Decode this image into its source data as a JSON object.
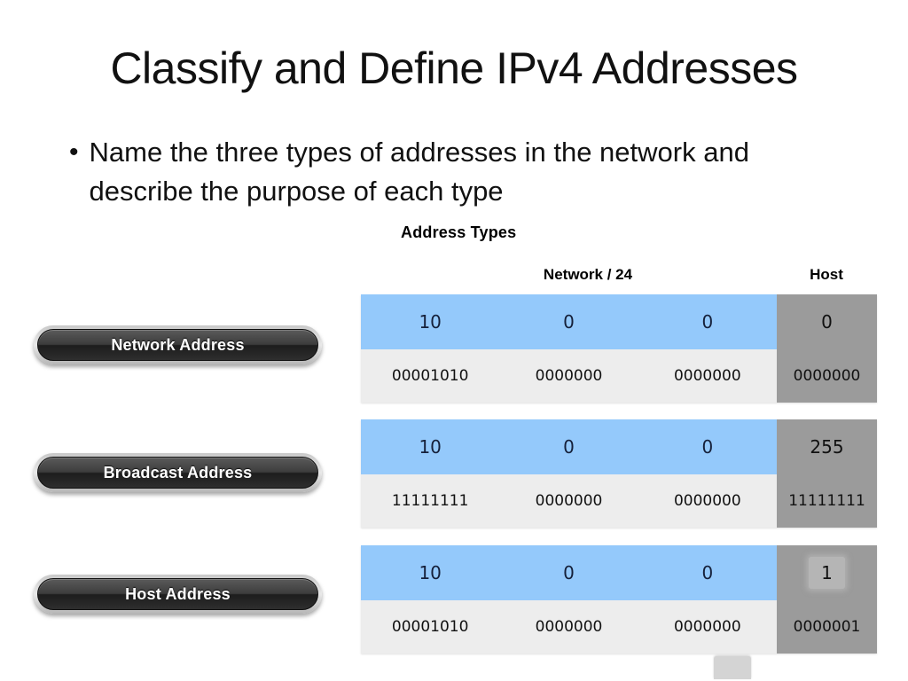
{
  "slide": {
    "title": "Classify and Define IPv4 Addresses",
    "bullets": [
      "Name the three types of addresses in the network and describe the purpose of each type"
    ],
    "bullet_marker": "•"
  },
  "diagram": {
    "title": "Address Types",
    "column_headers": {
      "network": "Network / 24",
      "host": "Host"
    },
    "colors": {
      "network_decimal_bg": "#94c9fb",
      "network_binary_bg": "#ededed",
      "host_bg": "#9b9b9b",
      "host_highlight_bg": "#b5b5b5",
      "button_face": "#2e2e2e",
      "button_text": "#ffffff"
    },
    "rows": [
      {
        "label": "Network Address",
        "decimal": {
          "network_octets": [
            "10",
            "0",
            "0"
          ],
          "host_octet": "0",
          "host_highlighted": false
        },
        "binary": {
          "network_octets": [
            "00001010",
            "0000000",
            "0000000"
          ],
          "host_octet": "0000000"
        }
      },
      {
        "label": "Broadcast Address",
        "decimal": {
          "network_octets": [
            "10",
            "0",
            "0"
          ],
          "host_octet": "255",
          "host_highlighted": false
        },
        "binary": {
          "network_octets": [
            "11111111",
            "0000000",
            "0000000"
          ],
          "host_octet": "11111111"
        }
      },
      {
        "label": "Host Address",
        "decimal": {
          "network_octets": [
            "10",
            "0",
            "0"
          ],
          "host_octet": "1",
          "host_highlighted": true
        },
        "binary": {
          "network_octets": [
            "00001010",
            "0000000",
            "0000000"
          ],
          "host_octet": "0000001"
        }
      }
    ]
  }
}
